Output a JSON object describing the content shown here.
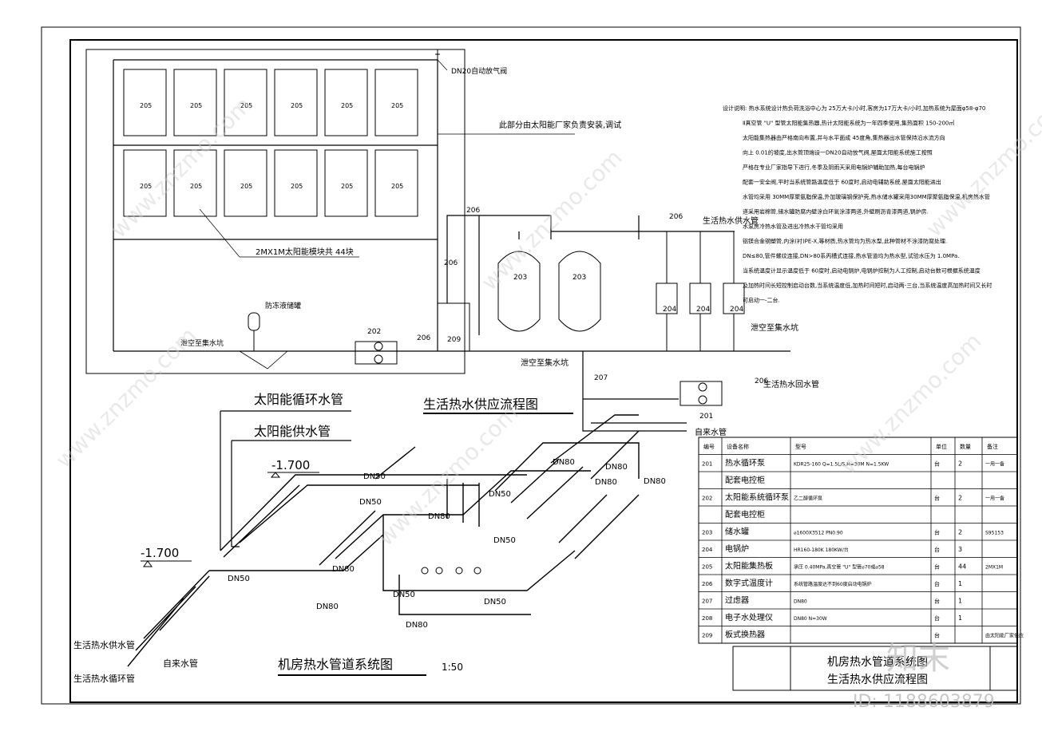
{
  "flow_diagram": {
    "air_valve_label": "DN20自动放气阀",
    "contractor_note": "此部分由太阳能厂家负责安装,调试",
    "panel_label": "205",
    "panel_summary": "2MX1M太阳能模块共 44块",
    "expansion_tank_label": "防冻液储罐",
    "drain_label_1": "泄空至集水坑",
    "drain_label_2": "泄空至集水坑",
    "drain_label_3": "泄空至集水坑",
    "hot_supply_label": "生活热水供水管",
    "hot_return_label": "生活热水回水管",
    "cold_inlet_label": "自来水管",
    "tank_label": "203",
    "boiler_label": "204",
    "pump_202": "202",
    "pump_201": "201",
    "tag_206": "206",
    "tag_207": "207",
    "tag_209": "209",
    "title": "生活热水供应流程图"
  },
  "notes": {
    "lines": [
      "设计说明: 热水系统设计热负荷洗浴中心为 25万大卡/小时,客房为17万大卡/小时,加热系统为屋面φ58-φ70",
      "Ⅱ真空管 \"U\" 型管太阳能集热器,热计太阳能系统为一年四季使用,集热面积 150-200㎡",
      "太阳能集热器由严格南向布置,并与水平面成 45度角,集热器出水管保持沿水流方向",
      "向上 0.01的坡度,出水管顶端设一DN20自动放气阀,屋面太阳能系统施工按照",
      "严格在专业厂家指导下进行,冬季及阴雨天采用电锅炉辅助加热,每台电锅炉",
      "配套一安全阀,平时当系统管路温度低于 60度时,启动电辅助系统.屋面太阳能进出",
      "水管均采用 30MM厚聚氨脂保温,外加玻璃钢保护壳,热水储水罐采用30MM厚聚氨脂保温,机房热水管",
      "道采用岩棉管,储水罐防腐内壁涂白环氧涂漆两道,外壁刷沥青漆两道,锅炉房.",
      "水泵房冷热水管及进出冷热水干管均采用",
      "铝镁合金钢塑管,内涂(衬)PE-X,等材质,热水管均为热水型,此种管材不涂漆防腐处理.",
      "DN≤80,管件螺纹连接,DN>80系丙槽式连接,热水管道均为热水型,试验水压为 1.0MPa.",
      "当系统温度计显示温度低于 60度时,启动电锅炉,电锅炉控制为人工控制,启动台数可根据系统温度",
      "及加热时间长短控制启动台数,当系统温度低,加热时间短时,启动两-三台,当系统温度高加热时间又长时",
      "可启动一-二台."
    ]
  },
  "isometric": {
    "label_solar_return": "太阳能循环水管",
    "label_solar_supply": "太阳能供水管",
    "elevation_1": "-1.700",
    "elevation_2": "-1.700",
    "label_hot_supply": "生活热水供水管",
    "label_cold": "自来水管",
    "label_hot_return": "生活热水循环管",
    "title": "机房热水管道系统图",
    "scale": "1:50",
    "dn50": "DN50",
    "dn80": "DN80"
  },
  "equipment_table": {
    "headers": [
      "编号",
      "设备名称",
      "型号",
      "单位",
      "数量",
      "备注"
    ],
    "rows": [
      [
        "201",
        "热水循环泵",
        "KDR25-160    Q=1.5L/S,H=30M  N=1.5KW",
        "台",
        "2",
        "一用一备"
      ],
      [
        "",
        "配套电控柜",
        "",
        "",
        "",
        ""
      ],
      [
        "202",
        "太阳能系统循环泵",
        "乙二醇循环泵",
        "台",
        "2",
        "一用一备"
      ],
      [
        "",
        "配套电控柜",
        "",
        "",
        "",
        ""
      ],
      [
        "203",
        "储水罐",
        "⌀1600X3512    PN0.90",
        "台",
        "2",
        "S95153"
      ],
      [
        "204",
        "电锅炉",
        "HR160-180K    180KW/台",
        "台",
        "3",
        ""
      ],
      [
        "205",
        "太阳能集热板",
        "承压 0.40MPa,真空管 \"U\" 型管⌀70或⌀58",
        "台",
        "44",
        "2MX1M"
      ],
      [
        "206",
        "数字式温度计",
        "系统管路温度达不到60度启动电锅炉",
        "台",
        "1",
        ""
      ],
      [
        "207",
        "过虑器",
        "DN80",
        "台",
        "1",
        ""
      ],
      [
        "208",
        "电子水处理仪",
        "DN80    N=30W",
        "台",
        "1",
        ""
      ],
      [
        "209",
        "板式换热器",
        "",
        "台",
        "",
        "由太阳能厂家供应"
      ]
    ]
  },
  "title_block": {
    "line1": "机房热水管道系统图",
    "line2": "生活热水供应流程图"
  },
  "watermark": {
    "text": "www.znzmo.com",
    "brand": "知末",
    "id": "ID: 1188603879"
  },
  "colors": {
    "ink": "#000000",
    "watermark": "#cfcfcf"
  }
}
